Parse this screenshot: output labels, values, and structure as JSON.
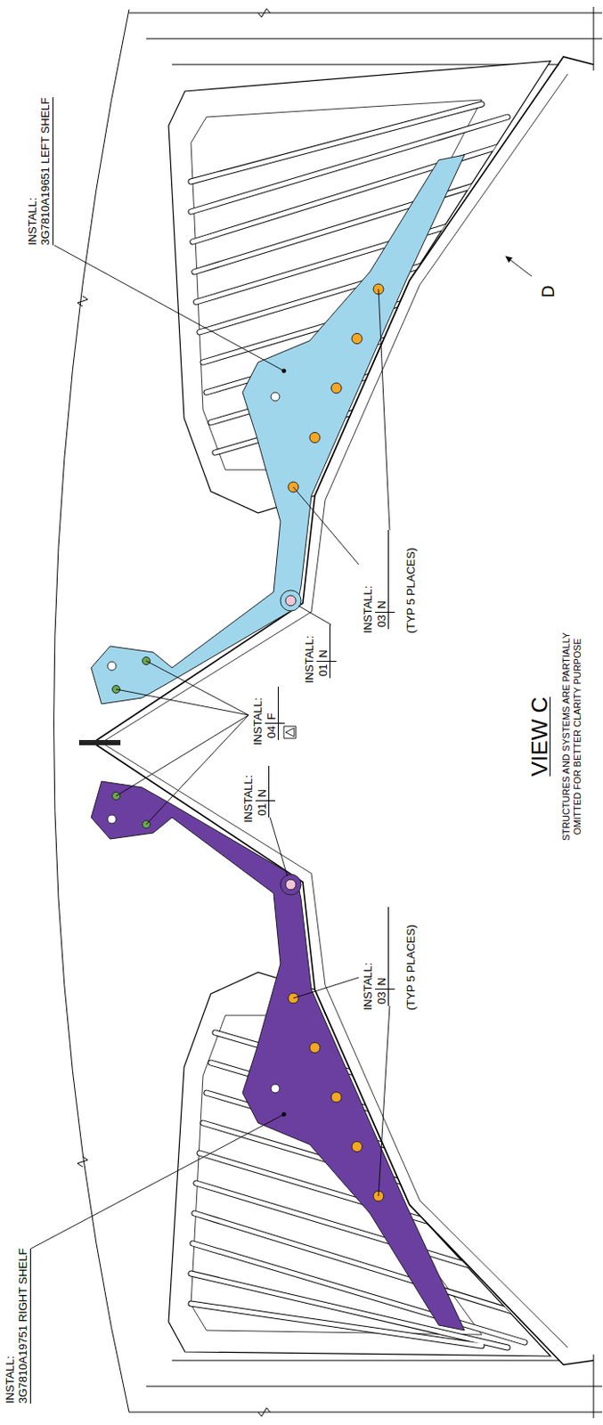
{
  "diagram": {
    "title": "VIEW C",
    "caption": "STRUCTURES AND SYSTEMS ARE PARTIALLY OMITTED FOR BETTER CLARITY PURPOSE",
    "labels": [
      "INSTALL:",
      "3G7810A19751 RIGHT SHELF",
      "INSTALL:",
      "01",
      "N",
      "INSTALL:",
      "03",
      "N",
      "(TYP 5 PLACES)",
      "INSTALL:",
      "04",
      "F",
      "INSTALL:",
      "01",
      "N",
      "INSTALL:",
      "03",
      "N",
      "(TYP 5 PLACES)",
      "INSTALL:",
      "3G7810A19651 LEFT SHELF",
      "D"
    ]
  }
}
